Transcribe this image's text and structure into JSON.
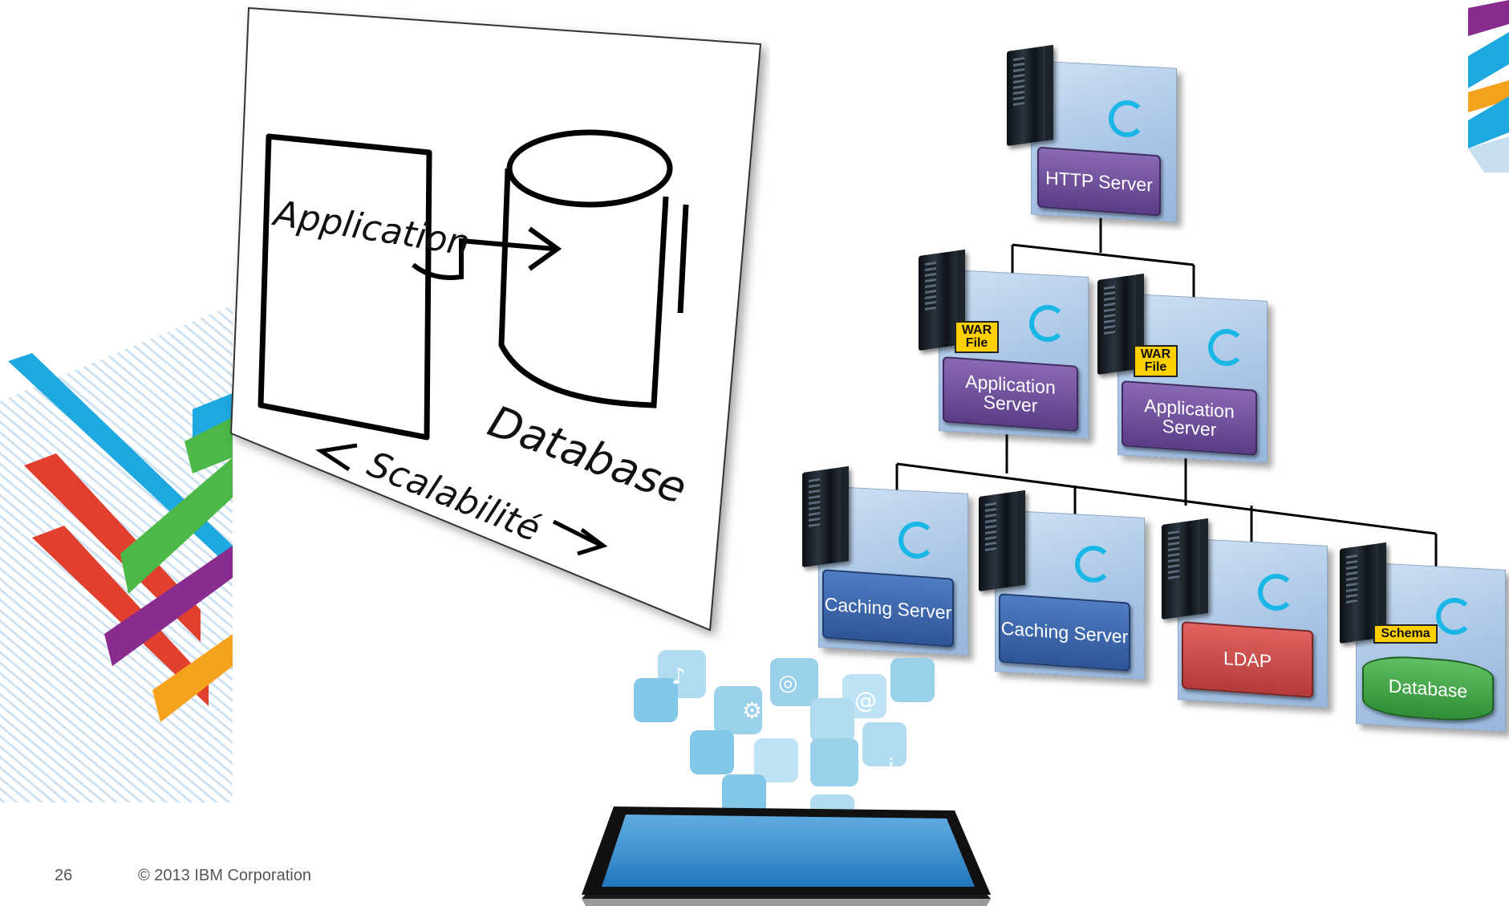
{
  "whiteboard": {
    "application_label": "Application",
    "database_label": "Database",
    "scalability_label": "Scalabilité"
  },
  "topology": {
    "http_server": "HTTP Server",
    "app_server_1": "Application Server",
    "app_server_2": "Application Server",
    "war_tag_1": "WAR File",
    "war_tag_2": "WAR File",
    "caching_server_1": "Caching Server",
    "caching_server_2": "Caching Server",
    "ldap": "LDAP",
    "schema_tag": "Schema",
    "database": "Database"
  },
  "footer": {
    "page_number": "26",
    "copyright": "© 2013 IBM Corporation"
  },
  "colors": {
    "node_panel": "#a9c5e6",
    "http": "#6a4a96",
    "caching": "#3a64a8",
    "ldap": "#c94a48",
    "database": "#3e9e43",
    "accent_cyan": "#19b6e6"
  }
}
